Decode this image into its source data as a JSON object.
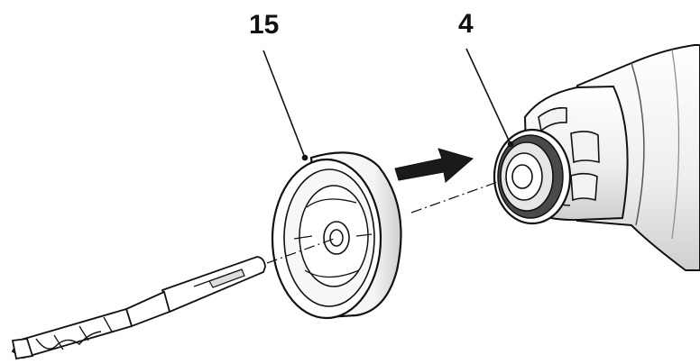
{
  "callouts": [
    {
      "id": "15",
      "text": "15"
    },
    {
      "id": "4",
      "text": "4"
    }
  ],
  "colors": {
    "ink": "#111111",
    "body_fill": "#ffffff",
    "shade": "#d8d8d8",
    "dark_ring": "#333333",
    "arrow": "#1a1a1a"
  },
  "parts": [
    "drill-bit-icon",
    "dust-cap-icon",
    "tool-chuck-icon",
    "insertion-arrow-icon",
    "axis-line"
  ]
}
